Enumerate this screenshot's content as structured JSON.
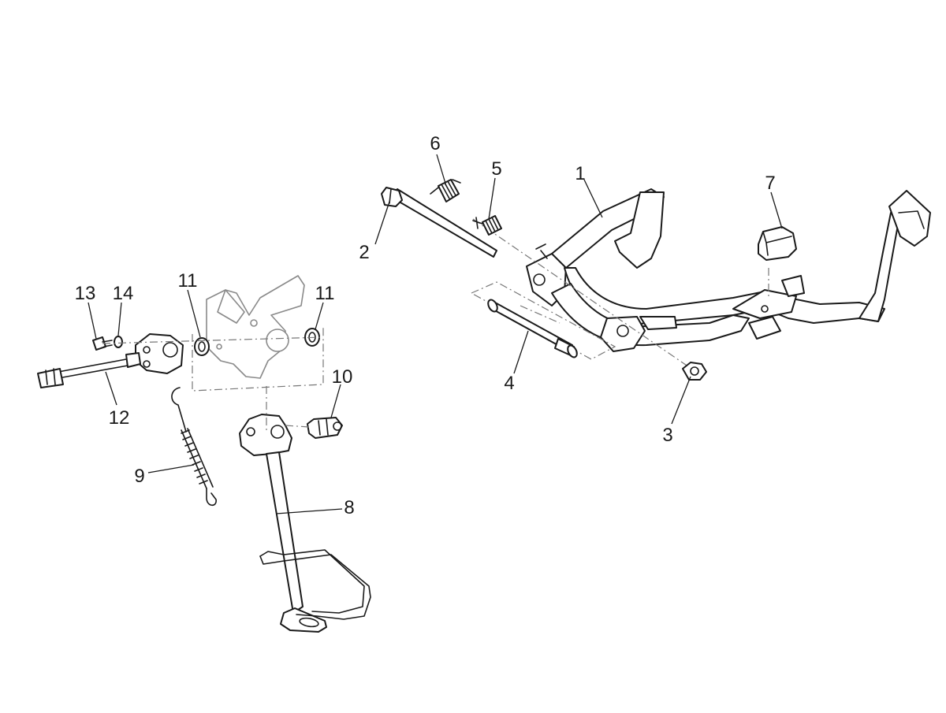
{
  "callouts": [
    {
      "id": "1",
      "text": "1"
    },
    {
      "id": "2",
      "text": "2"
    },
    {
      "id": "3",
      "text": "3"
    },
    {
      "id": "4",
      "text": "4"
    },
    {
      "id": "5",
      "text": "5"
    },
    {
      "id": "6",
      "text": "6"
    },
    {
      "id": "7",
      "text": "7"
    },
    {
      "id": "8",
      "text": "8"
    },
    {
      "id": "9",
      "text": "9"
    },
    {
      "id": "10",
      "text": "10"
    },
    {
      "id": "11a",
      "text": "11"
    },
    {
      "id": "11b",
      "text": "11"
    },
    {
      "id": "12",
      "text": "12"
    },
    {
      "id": "13",
      "text": "13"
    },
    {
      "id": "14",
      "text": "14"
    }
  ]
}
